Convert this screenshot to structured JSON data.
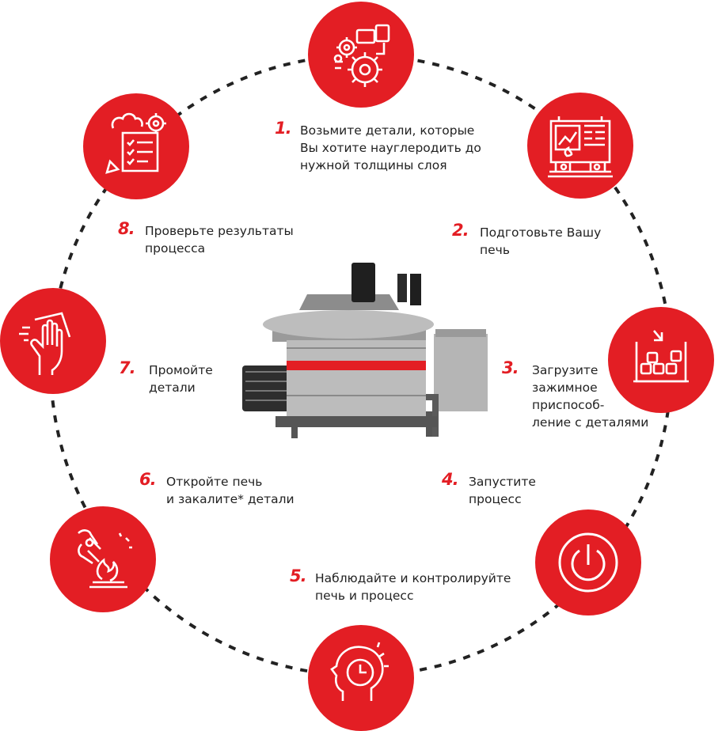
{
  "colors": {
    "accent": "#e31e24",
    "ring": "#222222",
    "text": "#222222"
  },
  "steps": [
    {
      "number": "1.",
      "lines": [
        "Возьмите детали, которые",
        "Вы хотите науглеродить до",
        "нужной толщины слоя"
      ],
      "icon": "gears-icon"
    },
    {
      "number": "2.",
      "lines": [
        "Подготовьте Вашу",
        "печь"
      ],
      "icon": "control-panel-icon"
    },
    {
      "number": "3.",
      "lines": [
        "Загрузите",
        "зажимное",
        "приспособ-",
        "ление с деталями"
      ],
      "icon": "load-fixture-icon"
    },
    {
      "number": "4.",
      "lines": [
        "Запустите",
        "процесс"
      ],
      "icon": "power-icon"
    },
    {
      "number": "5.",
      "lines": [
        "Наблюдайте и контролируйте",
        "печь и процесс"
      ],
      "icon": "head-clock-icon"
    },
    {
      "number": "6.",
      "lines": [
        "Откройте печь",
        "и закалите* детали"
      ],
      "icon": "tongs-fire-icon"
    },
    {
      "number": "7.",
      "lines": [
        "Промойте",
        "детали"
      ],
      "icon": "hand-wipe-icon"
    },
    {
      "number": "8.",
      "lines": [
        "Проверьте результаты",
        "процесса"
      ],
      "icon": "report-check-icon"
    }
  ],
  "center_image": "furnace-photo"
}
